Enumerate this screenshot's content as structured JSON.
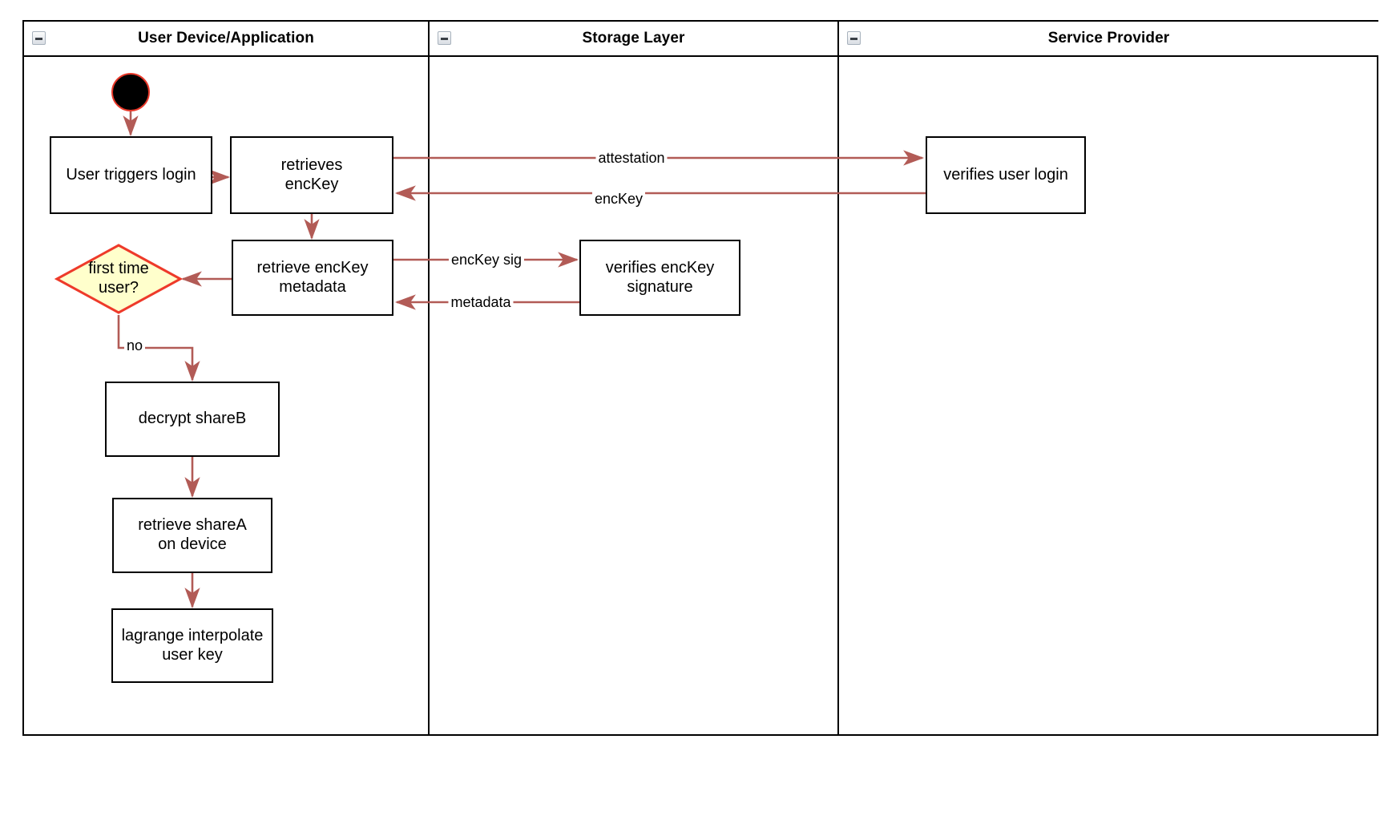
{
  "diagram": {
    "type": "swimlane-activity-diagram",
    "accent_edge_color": "#b25b56",
    "node_border_color": "#000000",
    "decision_fill": "#ffffcc",
    "decision_border": "#ee3a2a",
    "start_node_fill": "#000000",
    "start_node_border": "#e8392a",
    "lanes": [
      {
        "id": "user-device",
        "title": "User Device/Application",
        "collapse_icon": "minus-box-icon"
      },
      {
        "id": "storage-layer",
        "title": "Storage Layer",
        "collapse_icon": "minus-box-icon"
      },
      {
        "id": "service-provider",
        "title": "Service Provider",
        "collapse_icon": "minus-box-icon"
      }
    ],
    "nodes": [
      {
        "id": "start",
        "lane": "user-device",
        "shape": "start-circle",
        "label": ""
      },
      {
        "id": "user-triggers-login",
        "lane": "user-device",
        "shape": "rectangle",
        "label": "User triggers login"
      },
      {
        "id": "retrieves-enckey",
        "lane": "user-device",
        "shape": "rectangle",
        "label": "retrieves\nencKey"
      },
      {
        "id": "retrieve-enckey-metadata",
        "lane": "user-device",
        "shape": "rectangle",
        "label": "retrieve encKey\nmetadata"
      },
      {
        "id": "first-time-user",
        "lane": "user-device",
        "shape": "diamond",
        "label": "first time\nuser?"
      },
      {
        "id": "decrypt-shareb",
        "lane": "user-device",
        "shape": "rectangle",
        "label": "decrypt shareB"
      },
      {
        "id": "retrieve-sharea-on-device",
        "lane": "user-device",
        "shape": "rectangle",
        "label": "retrieve shareA\non device"
      },
      {
        "id": "lagrange-interpolate-user-key",
        "lane": "user-device",
        "shape": "rectangle",
        "label": "lagrange interpolate\nuser key"
      },
      {
        "id": "verifies-enckey-signature",
        "lane": "storage-layer",
        "shape": "rectangle",
        "label": "verifies encKey\nsignature"
      },
      {
        "id": "verifies-user-login",
        "lane": "service-provider",
        "shape": "rectangle",
        "label": "verifies user login"
      }
    ],
    "edges": [
      {
        "id": "start-to-login",
        "from": "start",
        "to": "user-triggers-login",
        "label": ""
      },
      {
        "id": "login-to-retrieves",
        "from": "user-triggers-login",
        "to": "retrieves-enckey",
        "label": ""
      },
      {
        "id": "attestation",
        "from": "retrieves-enckey",
        "to": "verifies-user-login",
        "label": "attestation"
      },
      {
        "id": "enckey-return",
        "from": "verifies-user-login",
        "to": "retrieves-enckey",
        "label": "encKey"
      },
      {
        "id": "retrieves-to-metadata",
        "from": "retrieves-enckey",
        "to": "retrieve-enckey-metadata",
        "label": ""
      },
      {
        "id": "enckey-sig",
        "from": "retrieve-enckey-metadata",
        "to": "verifies-enckey-signature",
        "label": "encKey sig"
      },
      {
        "id": "metadata-return",
        "from": "verifies-enckey-signature",
        "to": "retrieve-enckey-metadata",
        "label": "metadata"
      },
      {
        "id": "metadata-to-decision",
        "from": "retrieve-enckey-metadata",
        "to": "first-time-user",
        "label": ""
      },
      {
        "id": "decision-no",
        "from": "first-time-user",
        "to": "decrypt-shareb",
        "label": "no"
      },
      {
        "id": "shareb-to-sharea",
        "from": "decrypt-shareb",
        "to": "retrieve-sharea-on-device",
        "label": ""
      },
      {
        "id": "sharea-to-lagrange",
        "from": "retrieve-sharea-on-device",
        "to": "lagrange-interpolate-user-key",
        "label": ""
      }
    ]
  }
}
